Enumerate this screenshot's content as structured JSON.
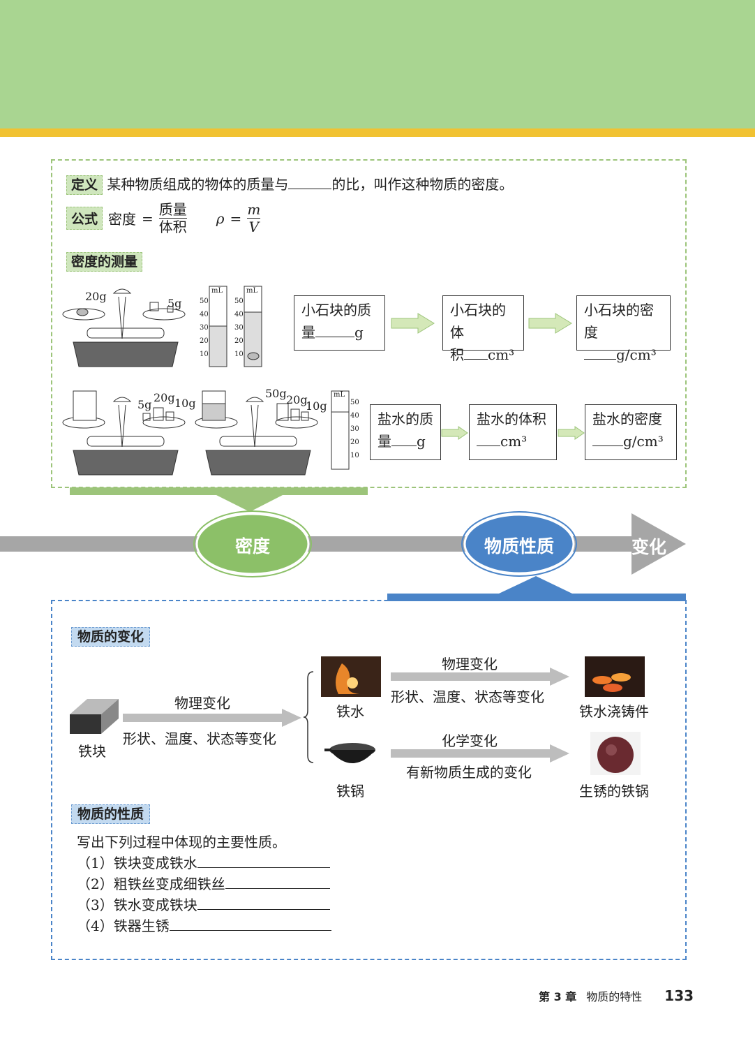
{
  "definition": {
    "tag": "定义",
    "text_before": "某种物质组成的物体的质量与",
    "text_after": "的比，叫作这种物质的密度。"
  },
  "formula": {
    "tag": "公式",
    "word_lhs": "密度",
    "eq": "=",
    "numerator": "质量",
    "denominator": "体积",
    "rho": "ρ",
    "m": "m",
    "V": "V"
  },
  "measure": {
    "tag": "密度的测量",
    "balance1": {
      "weights": [
        "20g",
        "5g"
      ]
    },
    "balance2": {
      "weights": [
        "5g",
        "20g",
        "10g"
      ]
    },
    "balance3": {
      "weights": [
        "50g",
        "20g",
        "10g"
      ]
    },
    "cylinder_unit": "mL",
    "cylinder_ticks": [
      "50",
      "40",
      "30",
      "20",
      "10"
    ],
    "stone_steps": [
      {
        "line1": "小石块的质",
        "line2": "量",
        "unit": "g"
      },
      {
        "line1": "小石块的体",
        "line2": "积",
        "unit": "cm³"
      },
      {
        "line1": "小石块的密度",
        "line2": "",
        "unit": "g/cm³"
      }
    ],
    "brine_steps": [
      {
        "line1": "盐水的质",
        "line2": "量",
        "unit": "g"
      },
      {
        "line1": "盐水的体积",
        "line2": "",
        "unit": "cm³"
      },
      {
        "line1": "盐水的密度",
        "line2": "",
        "unit": "g/cm³"
      }
    ]
  },
  "axis": {
    "node1": "密度",
    "node2": "物质性质",
    "arrow_label": "变化"
  },
  "change": {
    "tag": "物质的变化",
    "iron_block": "铁块",
    "arrow1_top": "物理变化",
    "arrow1_bottom": "形状、温度、状态等变化",
    "molten_iron": "铁水",
    "iron_wok": "铁锅",
    "arrow2_top": "物理变化",
    "arrow2_bottom": "形状、温度、状态等变化",
    "casting": "铁水浇铸件",
    "arrow3_top": "化学变化",
    "arrow3_bottom": "有新物质生成的变化",
    "rusty_wok": "生锈的铁锅"
  },
  "property": {
    "tag": "物质的性质",
    "prompt": "写出下列过程中体现的主要性质。",
    "items": [
      "（1）铁块变成铁水",
      "（2）粗铁丝变成细铁丝",
      "（3）铁水变成铁块",
      "（4）铁器生锈"
    ]
  },
  "footer": {
    "chapter": "第 3 章",
    "title": "物质的特性",
    "page": "133"
  }
}
